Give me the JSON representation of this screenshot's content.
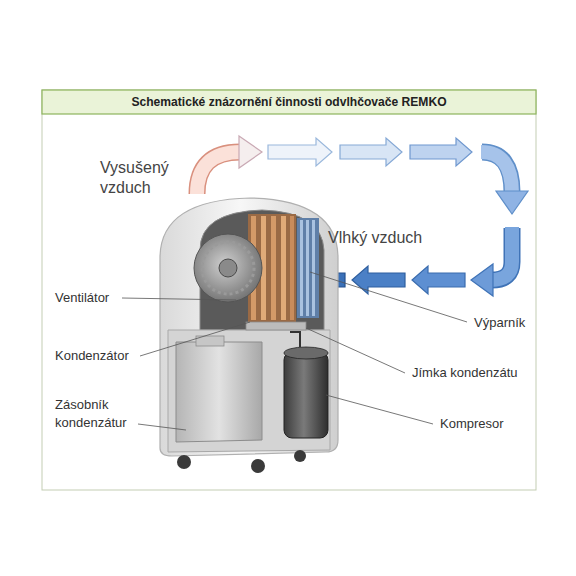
{
  "diagram": {
    "title": "Schematické znázornění činnosti odvlhčovače REMKO",
    "labels": [
      "Vysušený vzduch",
      "Vlhký vzduch",
      "Ventilátor",
      "Výparník",
      "Kondenzátor",
      "Jímka kondenzátu",
      "Zásobník kondenzátur",
      "Kompresor"
    ]
  }
}
